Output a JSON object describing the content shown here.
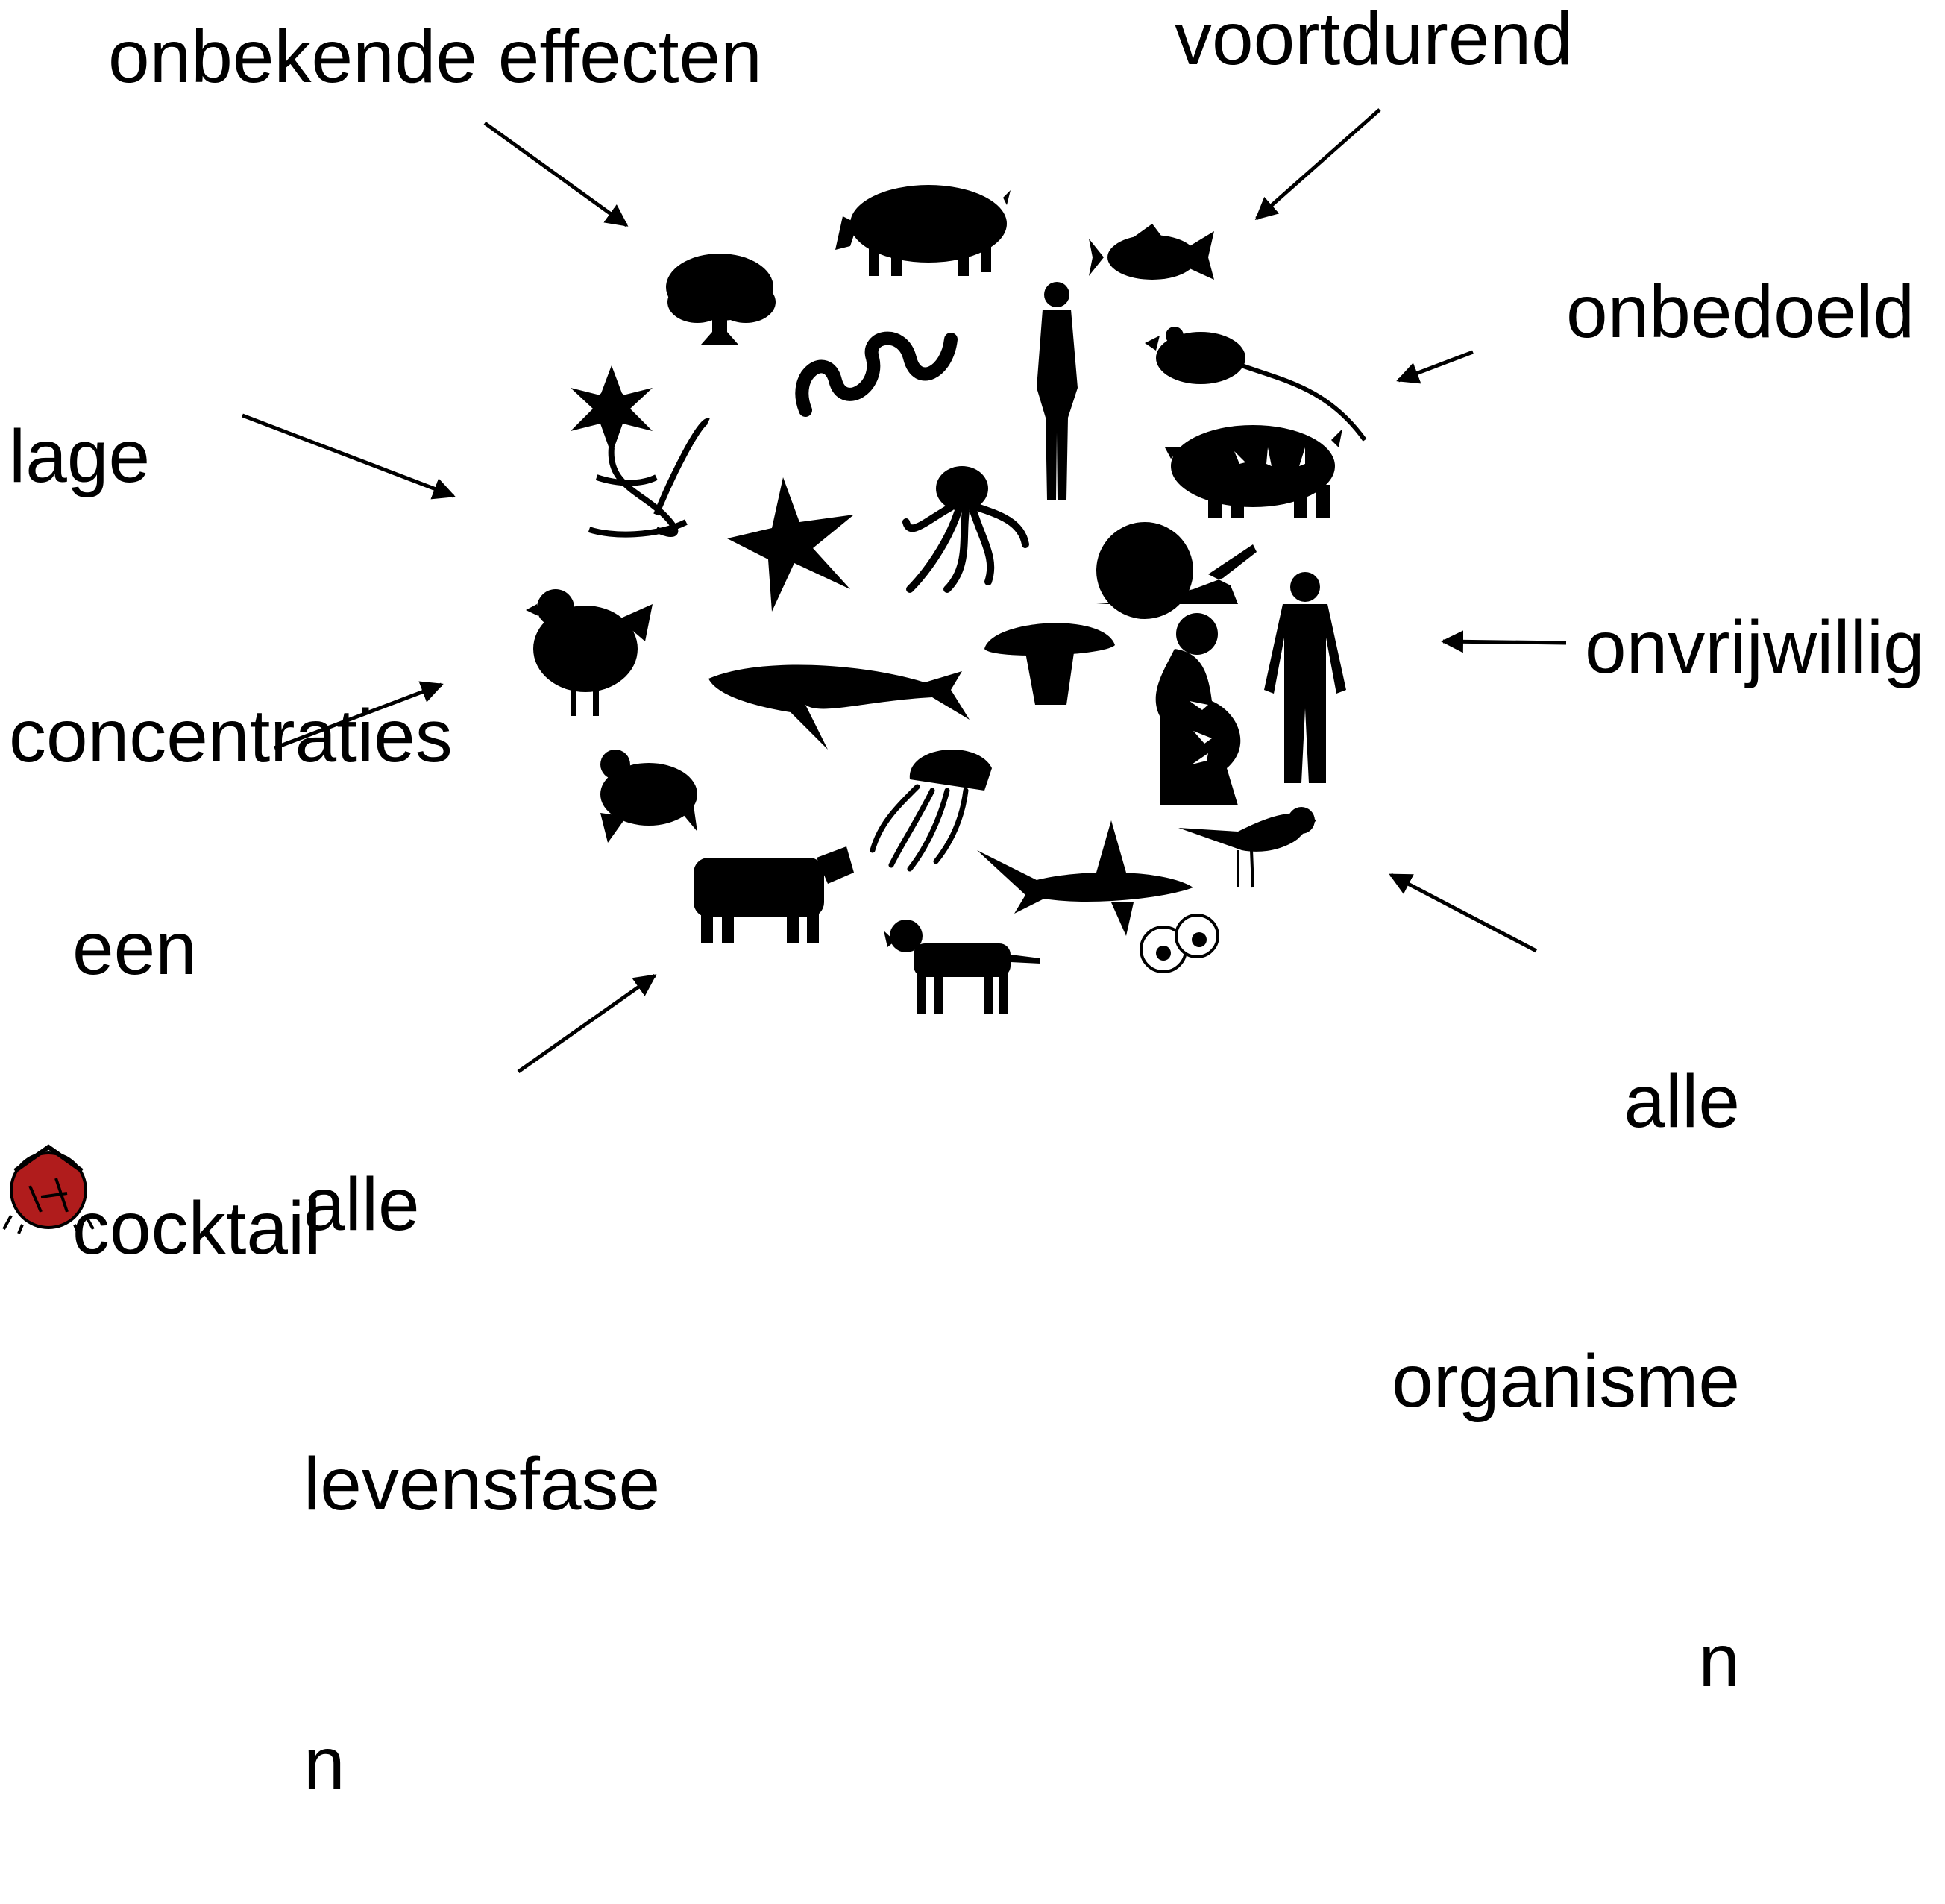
{
  "labels": {
    "unknown_effects": "onbekende effecten",
    "continuous": "voortdurend",
    "low_concentrations_line1": "lage",
    "low_concentrations_line2": "concentraties",
    "unintended": "onbedoeld",
    "involuntary": "onvrijwillig",
    "cocktail_line1": "een",
    "cocktail_line2": "cocktail",
    "all_organisms_line1": "alle",
    "all_organisms_line2": "organisme",
    "all_organisms_line3": "n",
    "all_life_stages_line1": "alle",
    "all_life_stages_line2": "levensfase",
    "all_life_stages_line3": "n"
  },
  "colors": {
    "ink": "#000000",
    "background": "#ffffff",
    "logo_accent": "#b01c1c"
  },
  "organisms": [
    "pig",
    "fish",
    "tree",
    "snake",
    "human-figure",
    "rat",
    "flower",
    "pig-exposed",
    "starfish",
    "octopus",
    "snail",
    "chicken",
    "whale",
    "mushroom",
    "pregnant-woman",
    "human-figure-front",
    "frog",
    "jellyfish",
    "bird",
    "cow",
    "shark",
    "dog",
    "cells"
  ]
}
